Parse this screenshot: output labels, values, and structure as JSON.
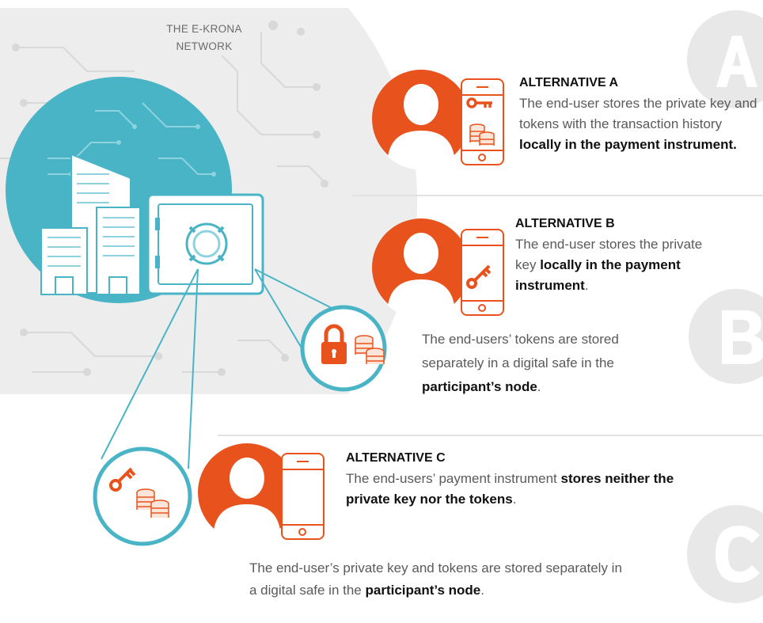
{
  "network": {
    "title": "THE E-KRONA NETWORK"
  },
  "alternatives": [
    {
      "letter": "A",
      "title": "ALTERNATIVE A",
      "text_plain": "The end-user stores the private key and tokens with the transaction history ",
      "text_bold": "locally in the payment instrument."
    },
    {
      "letter": "B",
      "title": "ALTERNATIVE B",
      "text_plain": "The end-user stores the private key ",
      "text_bold": "locally in the payment instrument",
      "text_end": ".",
      "safe_plain": "The end-users’ tokens are stored separately in a digital safe in the ",
      "safe_bold": "participant’s node",
      "safe_end": "."
    },
    {
      "letter": "C",
      "title": "ALTERNATIVE C",
      "text_plain": "The end-users’ payment instrument ",
      "text_bold": "stores neither the private key nor the tokens",
      "text_end": ".",
      "safe_plain": "The end-user’s private key and tokens are stored separately in a digital safe in the ",
      "safe_bold": "participant’s node",
      "safe_end": "."
    }
  ],
  "colors": {
    "orange": "#e8531d",
    "teal": "#4bb4c8",
    "teal_light": "#8fd0dc",
    "grey_bg": "#ececec",
    "letter_grey": "#e6e6e6"
  }
}
